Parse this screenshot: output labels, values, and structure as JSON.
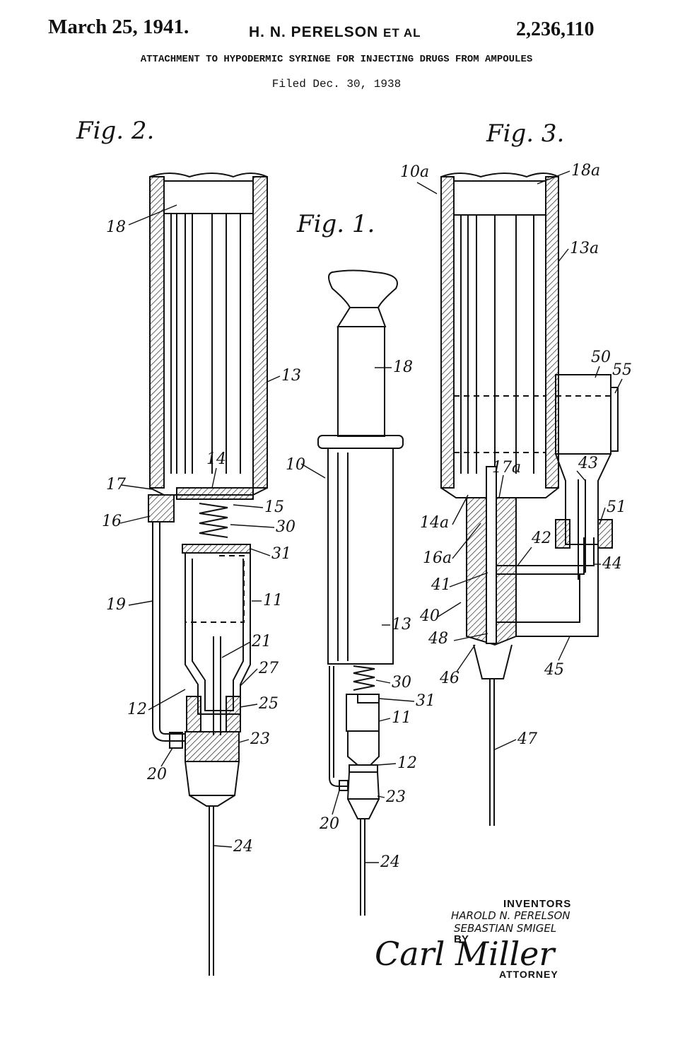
{
  "header": {
    "date": "March 25, 1941.",
    "inventors_short": "H. N. PERELSON",
    "et_al": "ET AL",
    "patent_number": "2,236,110",
    "title": "ATTACHMENT TO HYPODERMIC SYRINGE FOR INJECTING DRUGS FROM AMPOULES",
    "filed": "Filed Dec. 30, 1938"
  },
  "figures": {
    "fig1": "Fig. 1.",
    "fig2": "Fig. 2.",
    "fig3": "Fig. 3."
  },
  "labels_fig2": [
    "18",
    "13",
    "14",
    "17",
    "15",
    "16",
    "30",
    "31",
    "19",
    "11",
    "21",
    "27",
    "12",
    "25",
    "23",
    "20",
    "24"
  ],
  "labels_fig1": [
    "18",
    "10",
    "13",
    "30",
    "31",
    "11",
    "12",
    "23",
    "20",
    "24"
  ],
  "labels_fig3": [
    "10a",
    "18a",
    "13a",
    "50",
    "55",
    "43",
    "17a",
    "51",
    "14a",
    "42",
    "16a",
    "44",
    "41",
    "40",
    "48",
    "46",
    "45",
    "47"
  ],
  "signature": {
    "inventors_heading": "INVENTORS",
    "inventor_1": "HAROLD N. PERELSON",
    "inventor_2": "SEBASTIAN SMIGEL",
    "by": "BY",
    "signature": "Carl Miller",
    "attorney": "ATTORNEY"
  }
}
